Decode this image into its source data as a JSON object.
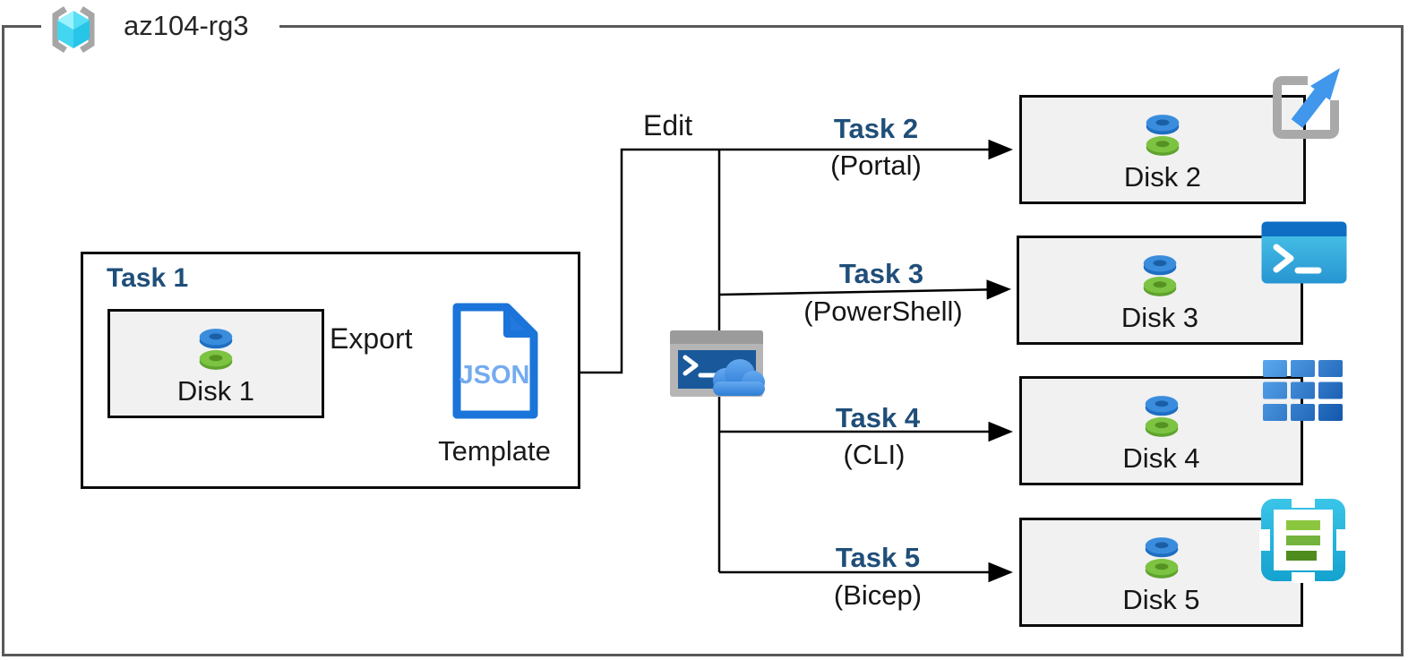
{
  "diagram": {
    "group_title": "az104-rg3",
    "edit_label": "Edit",
    "export_label": "Export",
    "task1": {
      "label": "Task 1",
      "disk_label": "Disk 1"
    },
    "template": {
      "doc_text": "JSON",
      "caption": "Template"
    },
    "branches": [
      {
        "task": "Task 2",
        "method": "(Portal)",
        "disk_label": "Disk 2",
        "icon": "portal-launch-icon"
      },
      {
        "task": "Task 3",
        "method": "(PowerShell)",
        "disk_label": "Disk 3",
        "icon": "powershell-icon"
      },
      {
        "task": "Task 4",
        "method": "(CLI)",
        "disk_label": "Disk 4",
        "icon": "cli-icon"
      },
      {
        "task": "Task 5",
        "method": "(Bicep)",
        "disk_label": "Disk 5",
        "icon": "bicep-template-icon"
      }
    ],
    "icons": {
      "group": "resource-group-icon",
      "disk": "managed-disk-icon",
      "template_file": "json-file-icon",
      "shell": "cloud-shell-icon"
    },
    "colors": {
      "task_label_blue": "#1F4E79",
      "frame_border_gray": "#595959",
      "box_border_black": "#0B0B0B",
      "disk_box_fill": "#F1F1F2",
      "disk_blue": "#3A8DDD",
      "disk_green": "#7CC342",
      "json_doc_blue": "#1B74D9",
      "cube_cyan": "#4ED9F2"
    }
  }
}
